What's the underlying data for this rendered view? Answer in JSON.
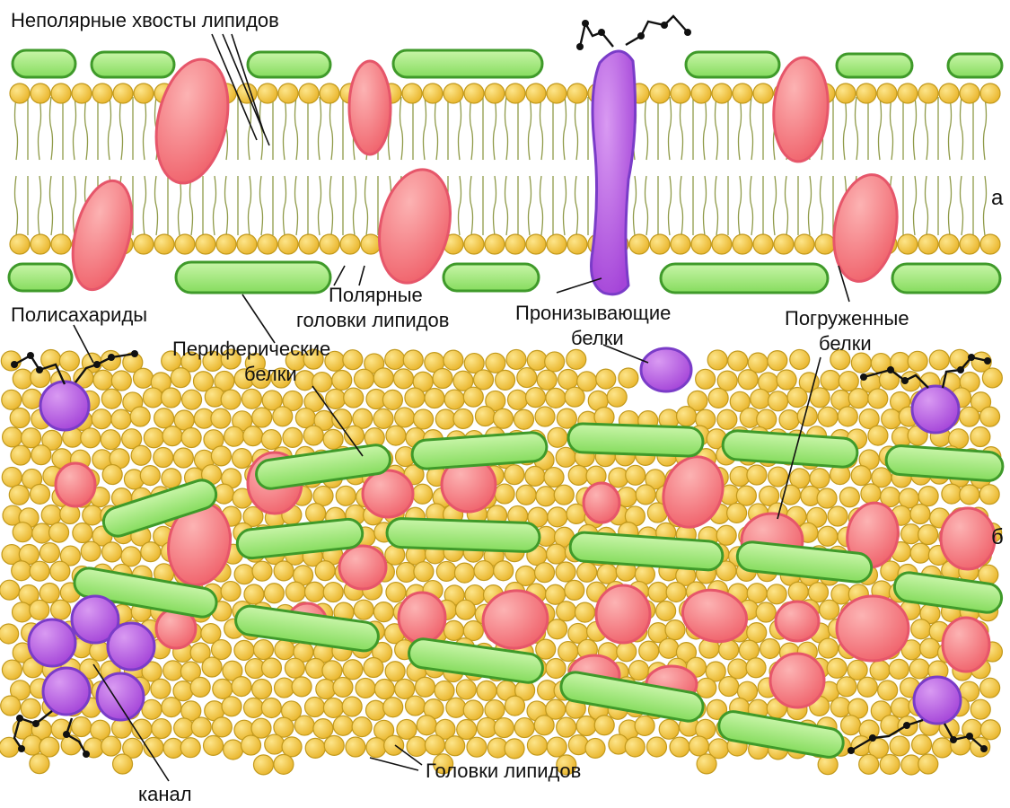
{
  "colors": {
    "lipid_head_fill": "#f2c23a",
    "lipid_head_stroke": "#c29a1e",
    "lipid_tail": "#8f9a48",
    "peripheral_protein_fill": "#9ee87a",
    "peripheral_protein_stroke": "#3f9a2a",
    "embedded_protein_fill": "#f47b7f",
    "embedded_protein_stroke": "#e6566a",
    "transmembrane_protein_fill": "#b25be0",
    "transmembrane_protein_stroke": "#7a3cc8",
    "polysaccharide_chain": "#111111"
  },
  "labels": {
    "tails": "Неполярные хвосты липидов",
    "polar_heads_1": "Полярные",
    "polar_heads_2": "головки липидов",
    "polysaccharides": "Полисахариды",
    "peripheral_1": "Периферические",
    "peripheral_2": "белки",
    "penetrating_1": "Пронизывающие",
    "penetrating_2": "белки",
    "embedded_1": "Погруженные",
    "embedded_2": "белки",
    "lipid_heads": "Головки липидов",
    "channel": "канал"
  },
  "panels": {
    "a": "а",
    "b": "б"
  }
}
